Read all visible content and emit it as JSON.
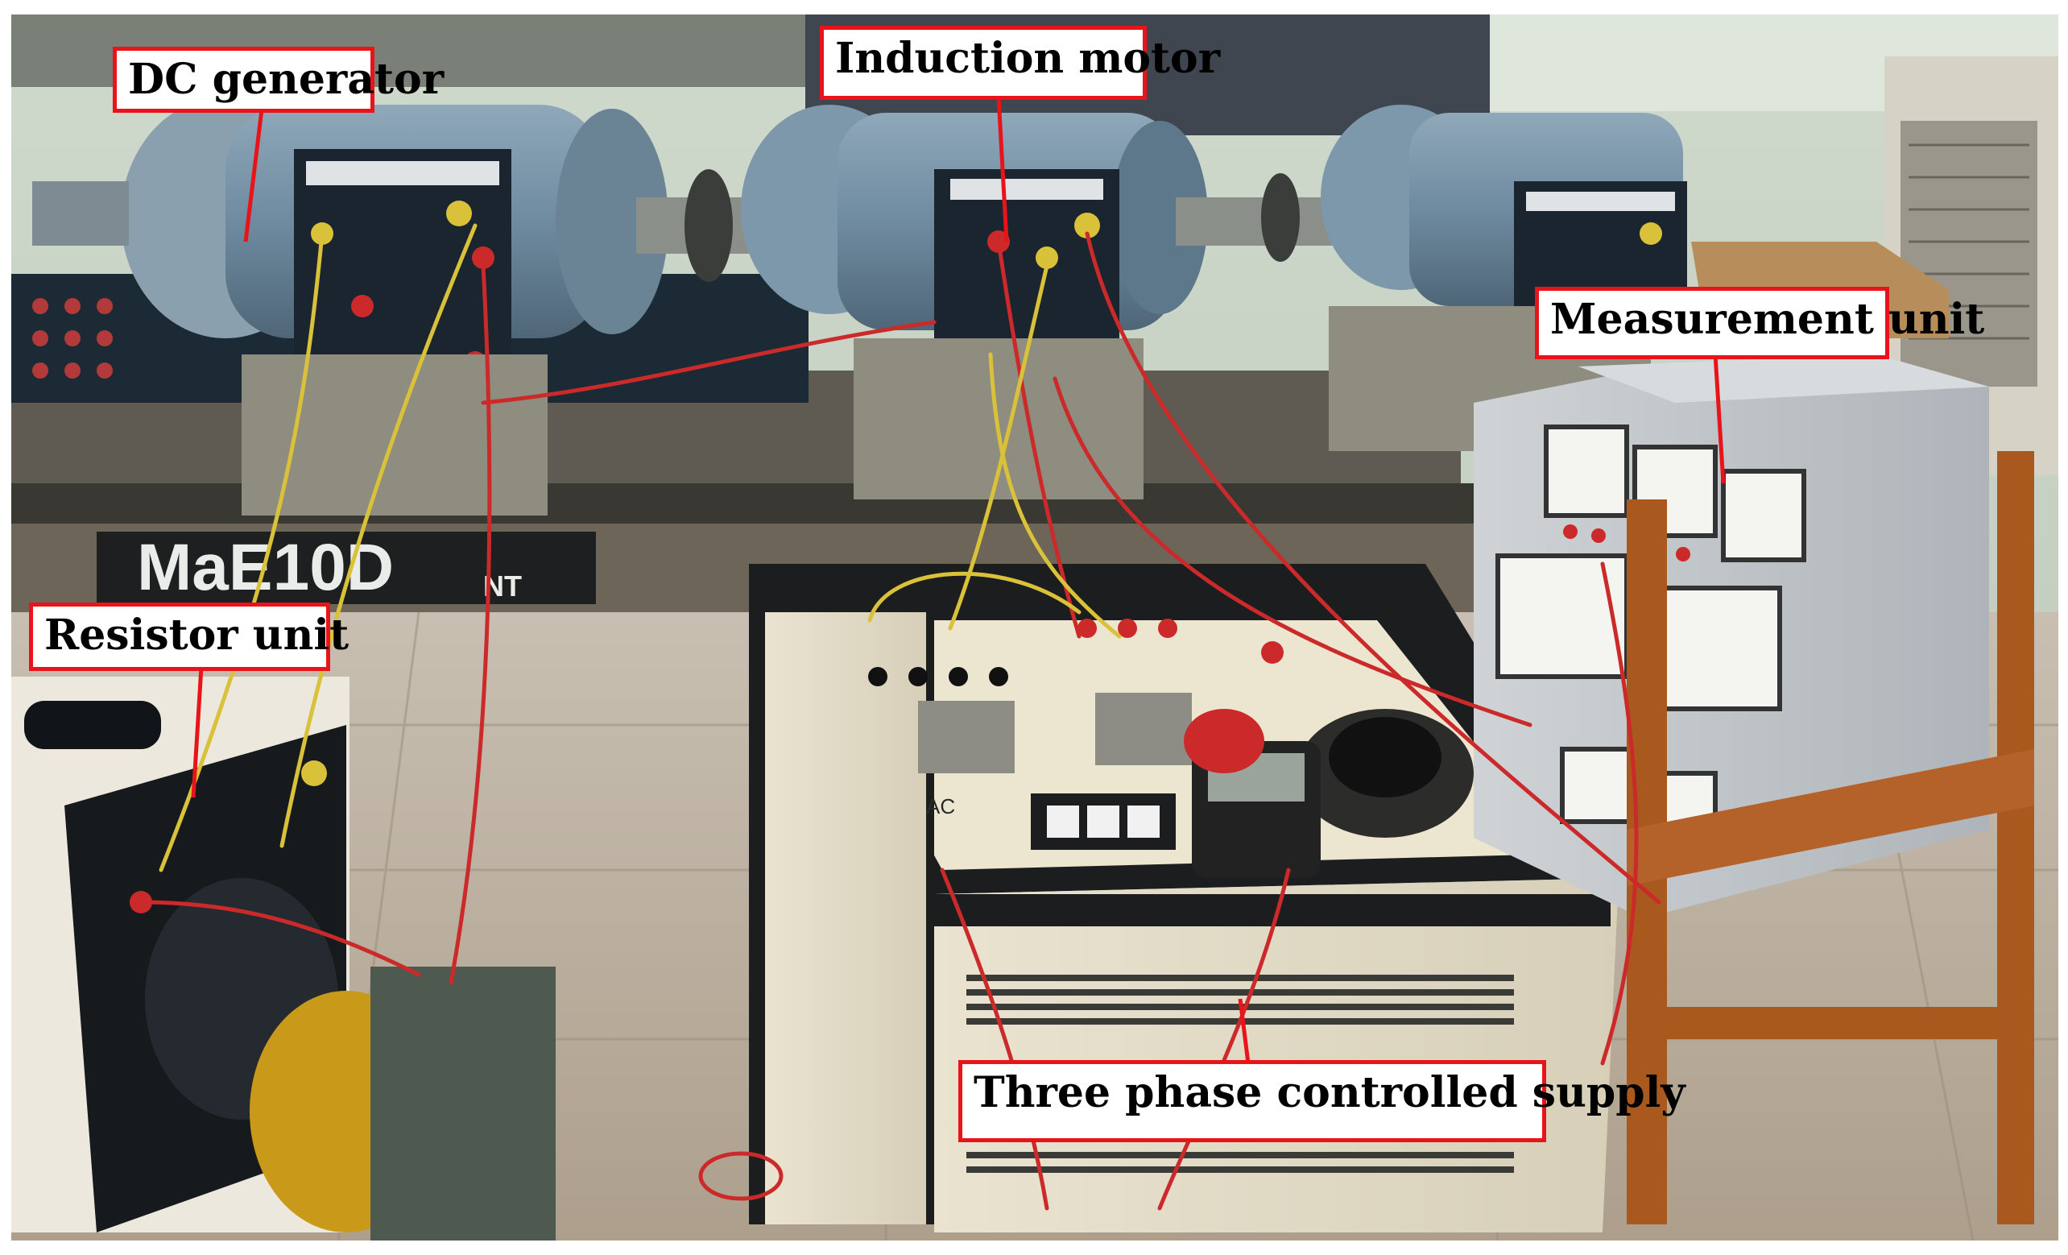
{
  "labels": {
    "dc_generator": "DC generator",
    "induction_motor": "Induction motor",
    "measurement_unit": "Measurement unit",
    "resistor_unit": "Resistor unit",
    "three_phase_supply": "Three phase controlled supply"
  },
  "machine_bed_branding": "MaE10D",
  "machine_bed_suffix": "NT",
  "supply_panel_text": "AC",
  "colors": {
    "callout_border": "#e8141a",
    "leader_line": "#e8141a"
  }
}
